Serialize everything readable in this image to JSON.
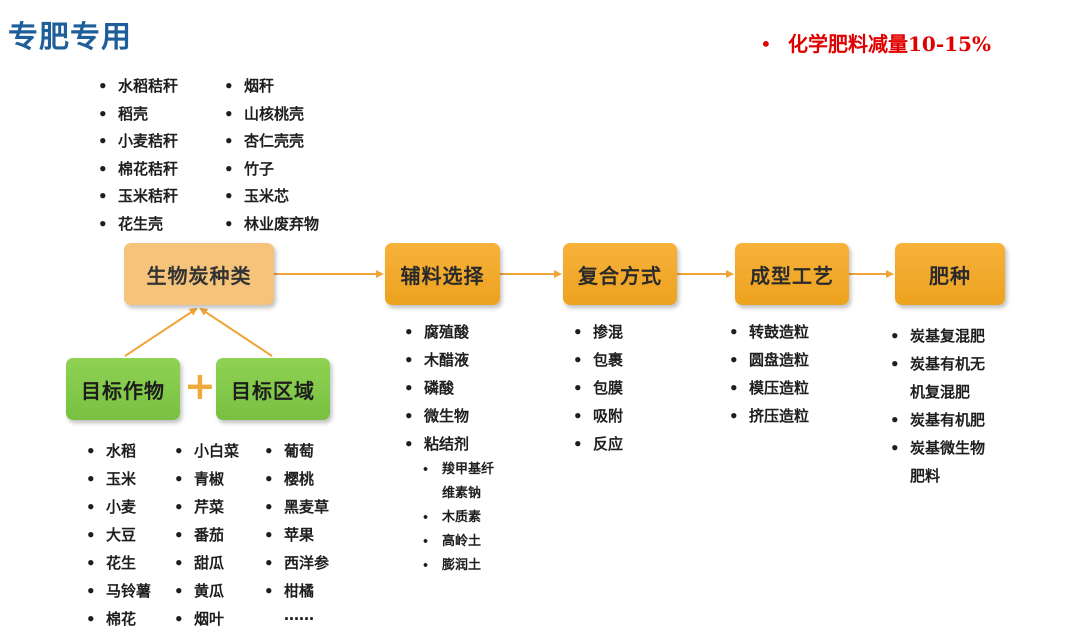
{
  "title": "专肥专用",
  "note": "化学肥料减量10-15%",
  "nodes": {
    "biochar": "生物炭种类",
    "auxiliary": "辅料选择",
    "compound": "复合方式",
    "forming": "成型工艺",
    "fertilizer": "肥种",
    "target_crop": "目标作物",
    "target_region": "目标区域",
    "plus": "+"
  },
  "biochar_types": {
    "col1": [
      "水稻秸秆",
      "稻壳",
      "小麦秸秆",
      "棉花秸秆",
      "玉米秸秆",
      "花生壳"
    ],
    "col2": [
      "烟秆",
      "山核桃壳",
      "杏仁壳壳",
      "竹子",
      "玉米芯",
      "林业废弃物"
    ]
  },
  "auxiliary_items": [
    "腐殖酸",
    "木醋液",
    "磷酸",
    "微生物",
    "粘结剂"
  ],
  "binder_items": [
    "羧甲基纤",
    "维素钠",
    "木质素",
    "高岭土",
    "膨润土"
  ],
  "compound_items": [
    "掺混",
    "包裹",
    "包膜",
    "吸附",
    "反应"
  ],
  "forming_items": [
    "转鼓造粒",
    "圆盘造粒",
    "模压造粒",
    "挤压造粒"
  ],
  "fertilizer_items": [
    "炭基复混肥",
    "炭基有机无",
    "机复混肥",
    "炭基有机肥",
    "炭基微生物",
    "肥料"
  ],
  "crops": {
    "col1": [
      "水稻",
      "玉米",
      "小麦",
      "大豆",
      "花生",
      "马铃薯",
      "棉花"
    ],
    "col2": [
      "小白菜",
      "青椒",
      "芹菜",
      "番茄",
      "甜瓜",
      "黄瓜",
      "烟叶"
    ],
    "col3": [
      "葡萄",
      "樱桃",
      "黑麦草",
      "苹果",
      "西洋参",
      "柑橘"
    ],
    "more": "……"
  },
  "colors": {
    "title": "#1f5f99",
    "note": "#e00000",
    "orange_box": "#eda21f",
    "light_box": "#f5c47a",
    "green_box": "#78c041",
    "arrow": "#f0a53a"
  }
}
